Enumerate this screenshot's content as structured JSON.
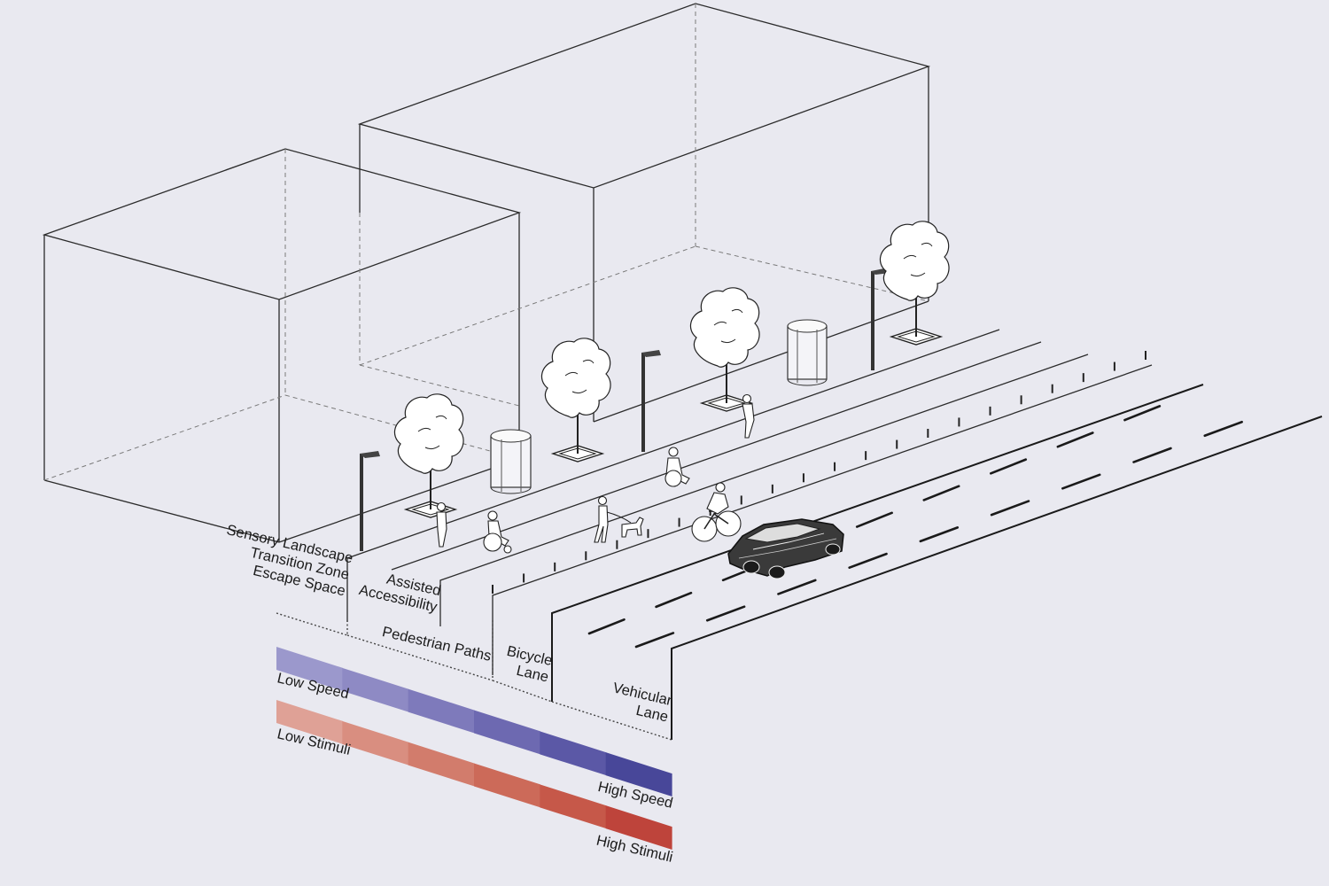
{
  "zones": {
    "sensory": [
      "Sensory Landscape",
      "Transition Zone",
      "Escape Space"
    ],
    "assisted": [
      "Assisted",
      "Accessibility"
    ],
    "pedestrian": "Pedestrian Paths",
    "bicycle": [
      "Bicycle",
      "Lane"
    ],
    "vehicular": [
      "Vehicular",
      "Lane"
    ]
  },
  "legend": {
    "speed_low": "Low Speed",
    "speed_high": "High Speed",
    "stimuli_low": "Low Stimuli",
    "stimuli_high": "High Stimuli"
  },
  "colors": {
    "speed_scale": [
      "#9b98cc",
      "#8e8ac4",
      "#7e7abb",
      "#6d69b1",
      "#5b58a6",
      "#484799"
    ],
    "stimuli_scale": [
      "#dfa196",
      "#d98e80",
      "#d27c6c",
      "#cc6a59",
      "#c65849",
      "#be443b"
    ]
  }
}
